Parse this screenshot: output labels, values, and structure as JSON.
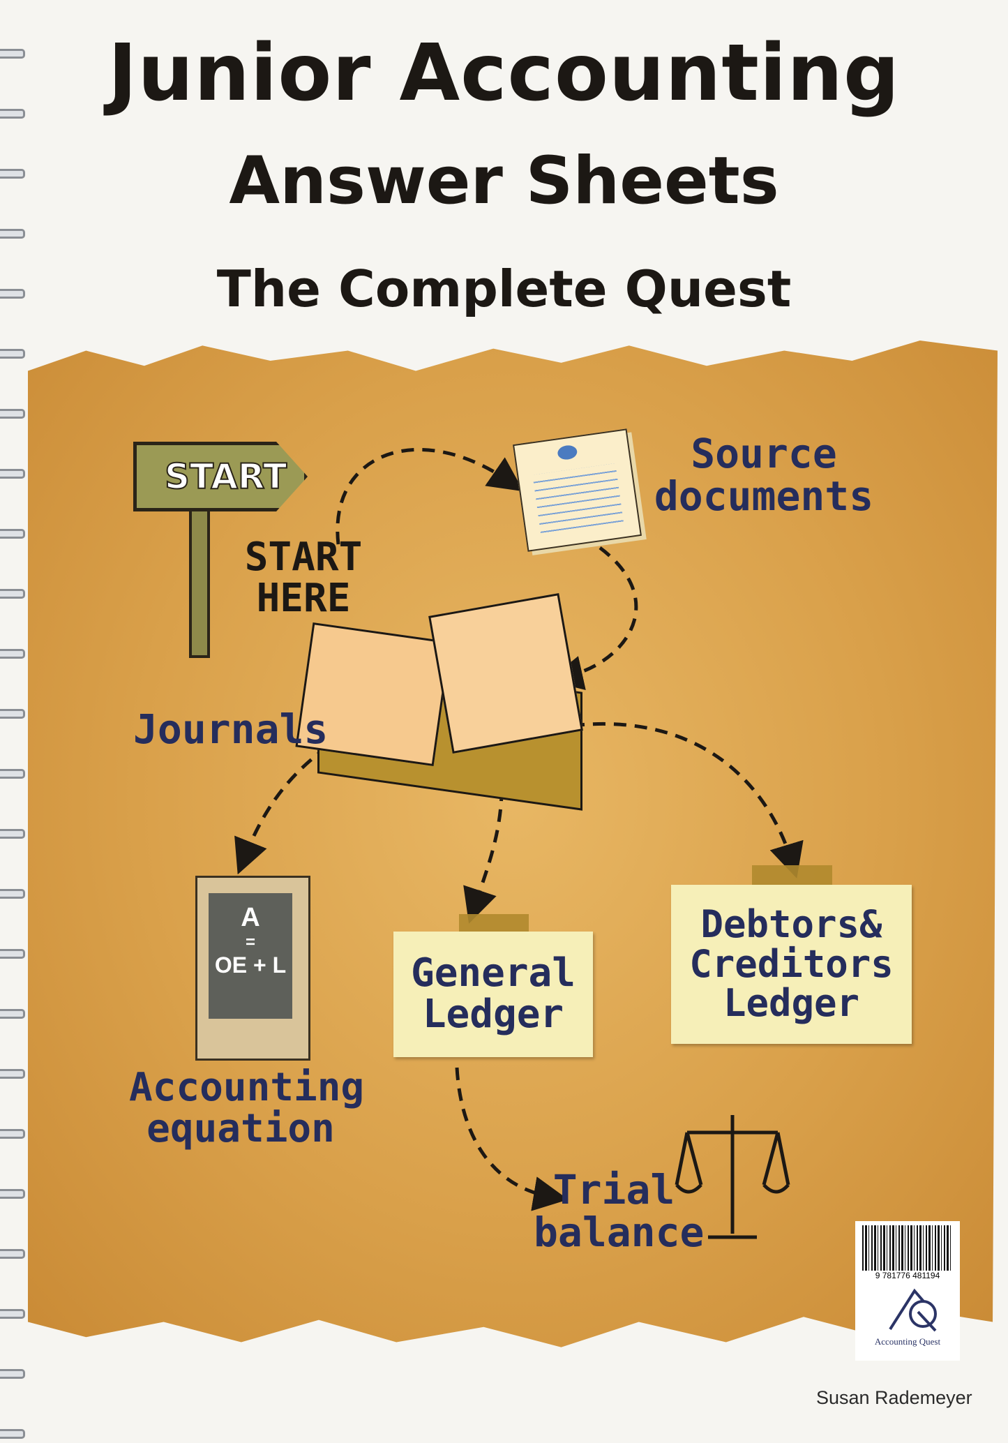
{
  "cover": {
    "title_line1": "Junior Accounting",
    "title_line2": "Answer Sheets",
    "subtitle": "The Complete Quest",
    "author": "Susan Rademeyer"
  },
  "diagram": {
    "start_sign": "START",
    "start_here": "START HERE",
    "source_documents": "Source documents",
    "journals": "Journals",
    "equation_top": "A",
    "equation_eq": "=",
    "equation_bottom": "OE + L",
    "accounting_equation": "Accounting equation",
    "general_ledger": "General Ledger",
    "debtors_creditors": "Debtors& Creditors Ledger",
    "trial_balance": "Trial balance"
  },
  "barcode": {
    "isbn": "9 781776 481194"
  },
  "publisher": {
    "name": "Accounting Quest",
    "logo_letters": "AQ"
  },
  "colors": {
    "text_navy": "#252d5c",
    "parchment": "#d9a04a",
    "title": "#1c1814"
  }
}
